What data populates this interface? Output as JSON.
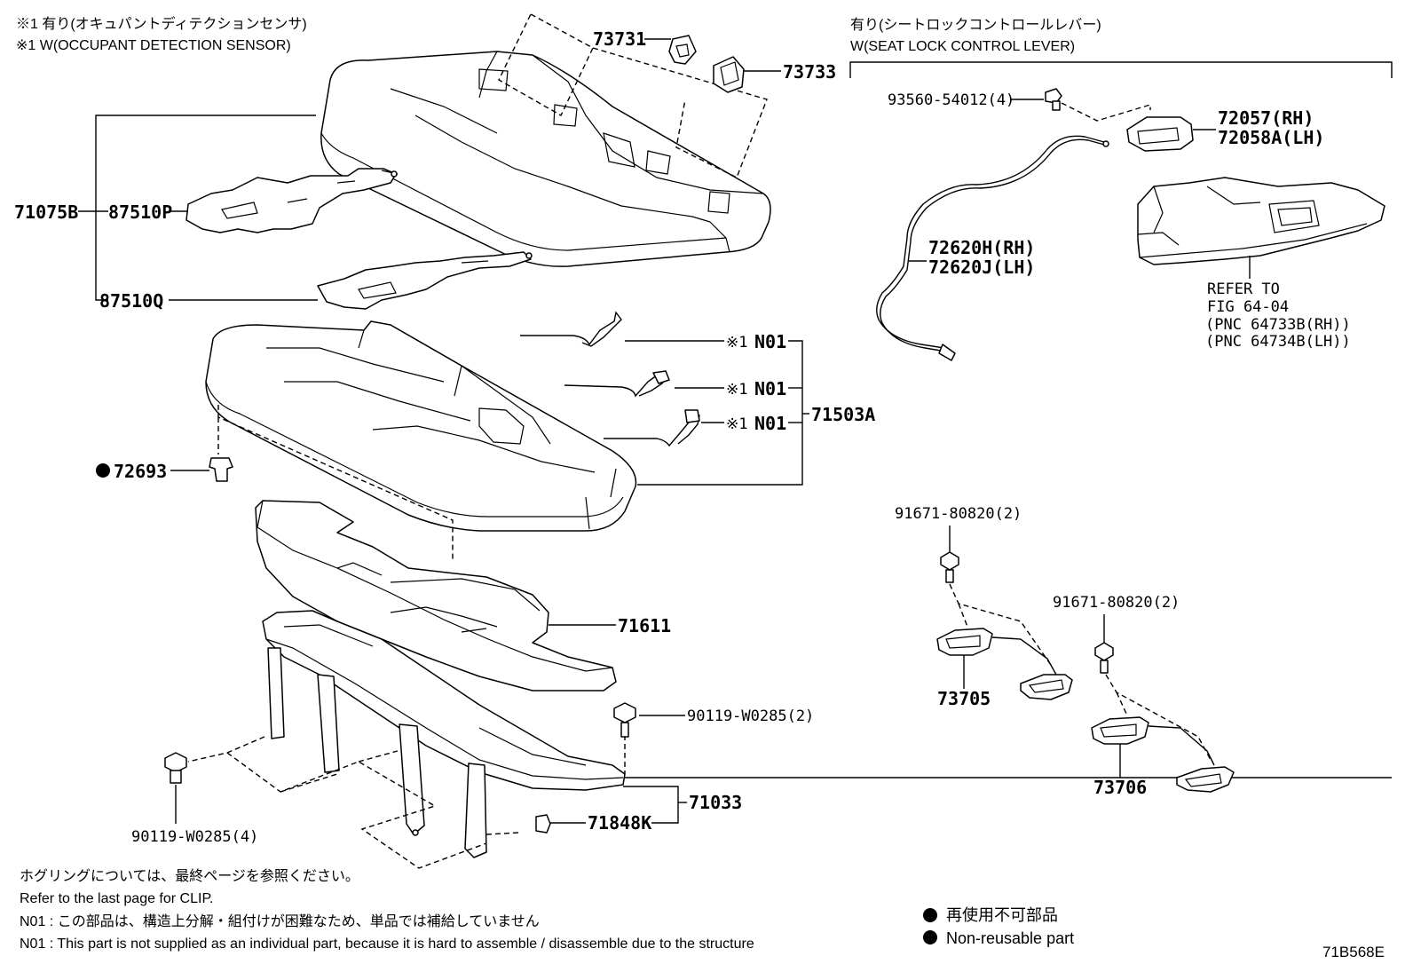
{
  "notes": {
    "occupant_jp": "※1 有り(オキュパントディテクションセンサ)",
    "occupant_en": "※1 W(OCCUPANT DETECTION SENSOR)",
    "seatlock_jp": "有り(シートロックコントロールレバー)",
    "seatlock_en": "W(SEAT LOCK CONTROL LEVER)",
    "clip_jp": "ホグリングについては、最終ページを参照ください。",
    "clip_en": "Refer to the last page for CLIP.",
    "n01_jp": "N01 : この部品は、構造上分解・組付けが困難なため、単品では補給していません",
    "n01_en": "N01 : This part is not supplied as an individual part, because it is hard to assemble / disassemble due to the structure",
    "legend_jp": "再使用不可部品",
    "legend_en": "Non-reusable part",
    "figure_code": "71B568E"
  },
  "parts": {
    "p73731": "73731",
    "p73733": "73733",
    "p71075B": "71075B",
    "p87510P": "87510P",
    "p87510Q": "87510Q",
    "p72693": "72693",
    "pN01a": "N01",
    "pN01b": "N01",
    "pN01c": "N01",
    "mark_n01": "※1",
    "p71503A": "71503A",
    "p71611": "71611",
    "p90119a": "90119-W0285(2)",
    "p90119b": "90119-W0285(4)",
    "p71033": "71033",
    "p71848K": "71848K",
    "p93560": "93560-54012(4)",
    "p72057": "72057(RH)",
    "p72058A": "72058A(LH)",
    "p72620H": "72620H(RH)",
    "p72620J": "72620J(LH)",
    "refer1": "REFER TO",
    "refer2": "FIG 64-04",
    "refer3": "(PNC 64733B(RH))",
    "refer4": "(PNC 64734B(LH))",
    "p91671a": "91671-80820(2)",
    "p91671b": "91671-80820(2)",
    "p73705": "73705",
    "p73706": "73706"
  }
}
